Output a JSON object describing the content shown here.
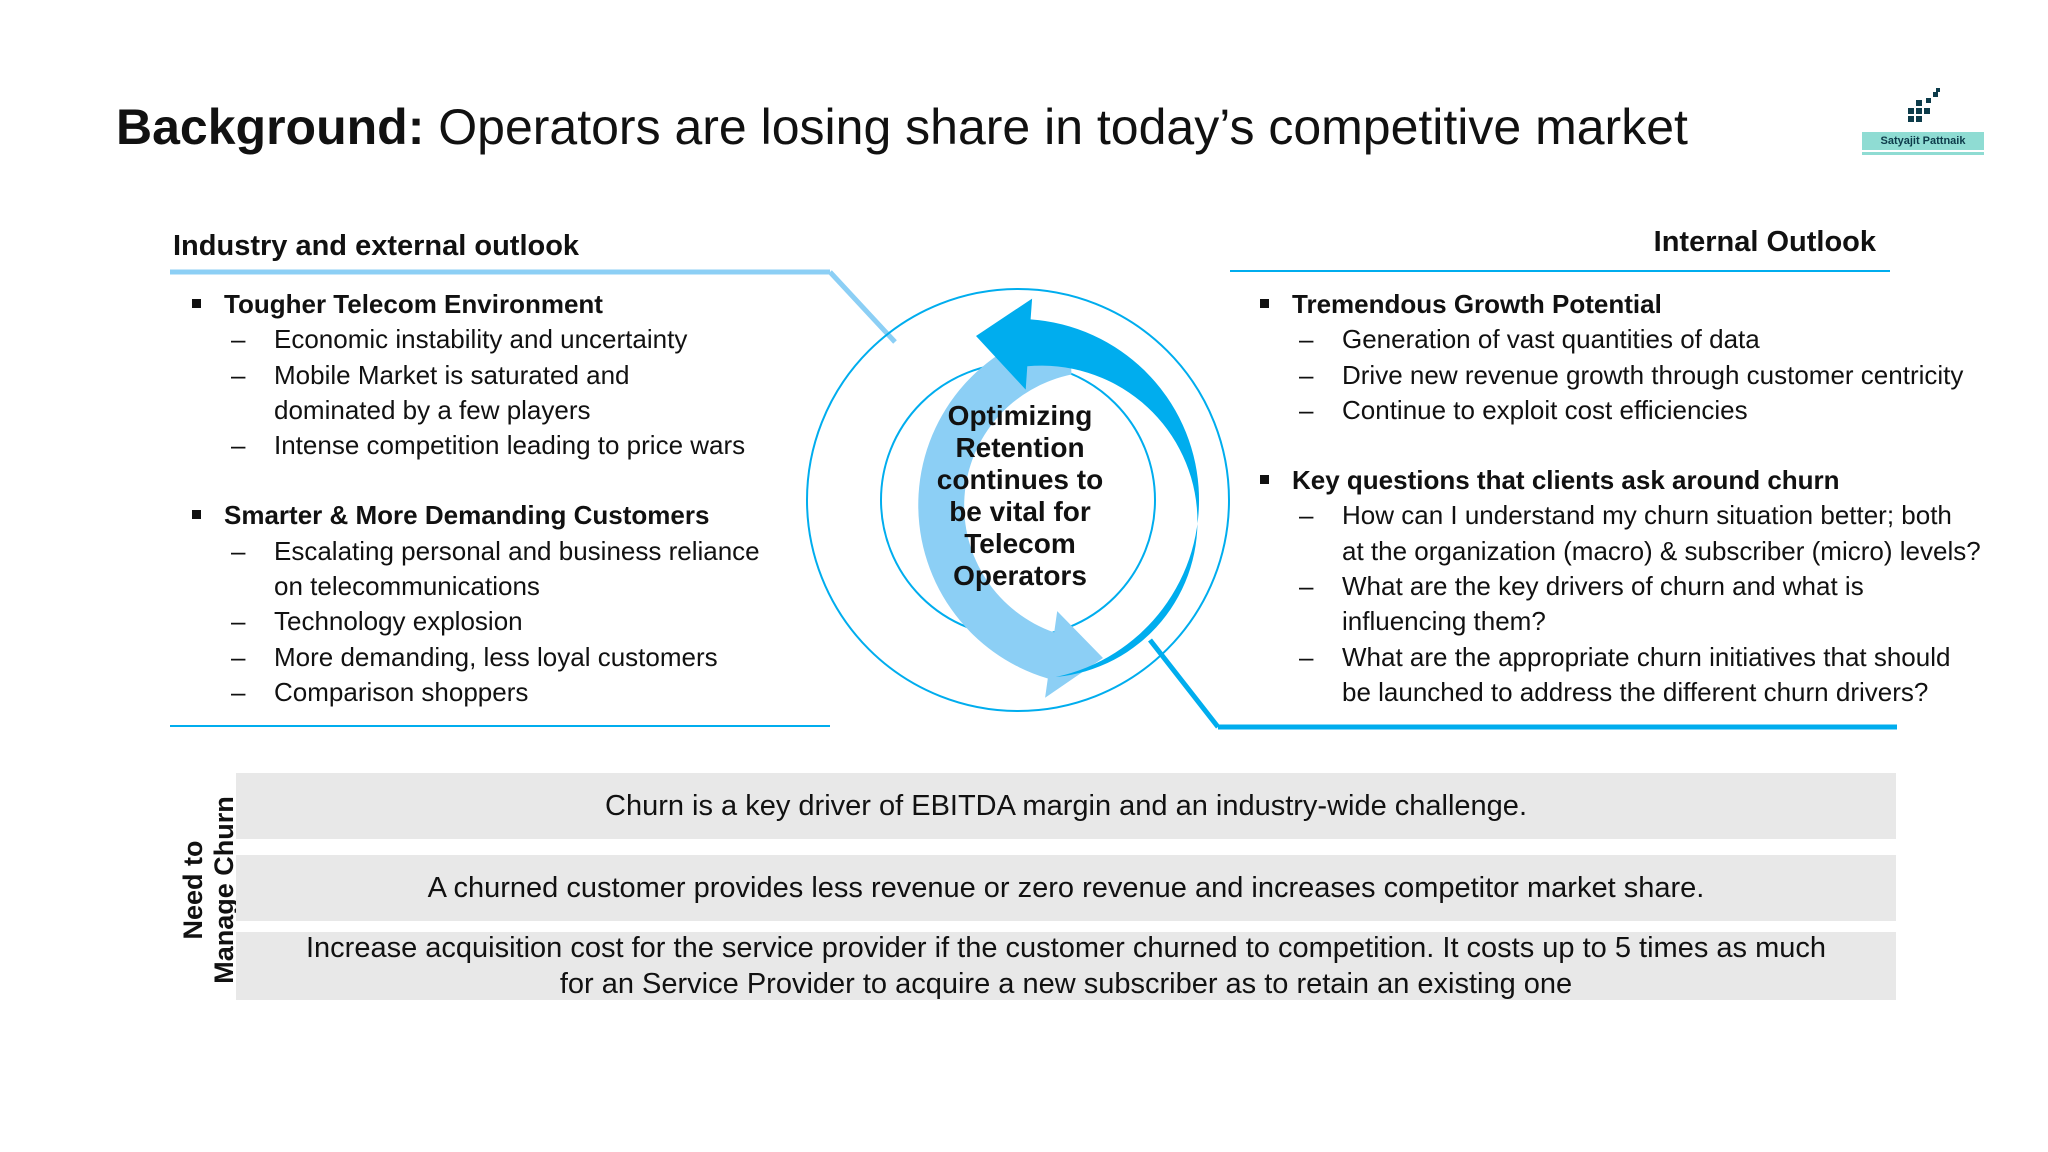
{
  "title": {
    "bold": "Background:",
    "rest": " Operators are losing share in today’s competitive market"
  },
  "logo": {
    "text": "Satyajit Pattnaik",
    "colors": {
      "mark": "#0d3b4a",
      "band": "#8fdcd3"
    }
  },
  "left": {
    "heading": "Industry and external outlook",
    "groups": [
      {
        "title": "Tougher Telecom Environment",
        "items": [
          "Economic instability and uncertainty",
          "Mobile Market is saturated and",
          "dominated by a few players",
          "Intense competition leading to price wars"
        ]
      },
      {
        "title": "Smarter & More Demanding Customers",
        "items": [
          "Escalating personal and business reliance",
          "on telecommunications",
          "Technology explosion",
          "More demanding, less loyal customers",
          "Comparison shoppers"
        ]
      }
    ]
  },
  "right": {
    "heading": "Internal Outlook",
    "groups": [
      {
        "title": "Tremendous Growth Potential",
        "items": [
          "Generation of vast quantities of data",
          "Drive new revenue growth through customer centricity",
          "Continue to exploit cost efficiencies"
        ]
      },
      {
        "title": "Key questions that clients ask around churn",
        "items": [
          "How can I understand my churn situation better; both",
          "at the organization (macro) & subscriber (micro) levels?",
          "What are the key drivers of churn and what is",
          "influencing them?",
          "What are the appropriate churn initiatives that should",
          "be launched to address the different churn drivers?"
        ]
      }
    ]
  },
  "center": {
    "lines": [
      "Optimizing",
      "Retention",
      "continues to",
      "be vital for",
      "Telecom",
      "Operators"
    ]
  },
  "need": {
    "label_lines": [
      "Need to",
      "Manage Churn"
    ],
    "boxes": [
      {
        "lines": [
          "Churn is a key driver of EBITDA margin and an industry-wide challenge."
        ]
      },
      {
        "lines": [
          "A churned customer provides less revenue or zero revenue and increases competitor market share."
        ]
      },
      {
        "lines": [
          "Increase acquisition cost for the service provider if the customer churned to competition. It costs up to 5 times as much",
          "for an Service Provider to acquire a new subscriber as to retain an existing one"
        ]
      }
    ]
  },
  "colors": {
    "dark_blue": "#00adee",
    "light_blue": "#8ccff5",
    "box_bg": "#e8e8e8"
  }
}
